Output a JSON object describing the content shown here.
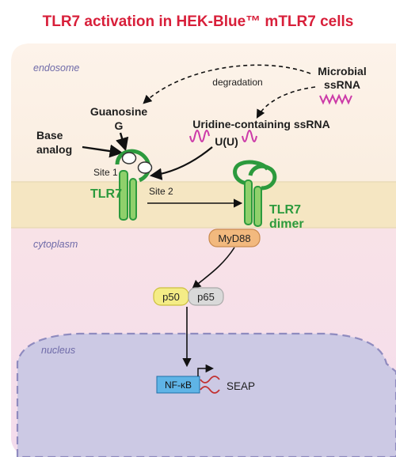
{
  "title": "TLR7 activation in HEK-Blue™ mTLR7 cells",
  "regions": {
    "endosome": "endosome",
    "cytoplasm": "cytoplasm",
    "nucleus": "nucleus"
  },
  "labels": {
    "microbial_line1": "Microbial",
    "microbial_line2": "ssRNA",
    "degradation": "degradation",
    "guanosine": "Guanosine",
    "guanosine_symbol": "G",
    "base_analog_line1": "Base",
    "base_analog_line2": "analog",
    "uridine_ssrna": "Uridine-containing ssRNA",
    "uu": "U(U)",
    "site1": "Site 1",
    "site2": "Site 2",
    "tlr7": "TLR7",
    "tlr7_dimer_line1": "TLR7",
    "tlr7_dimer_line2": "dimer",
    "myd88": "MyD88",
    "p50": "p50",
    "p65": "p65",
    "nfkb": "NF-κB",
    "seap": "SEAP"
  },
  "colors": {
    "title": "#d81f3a",
    "tlr7_green": "#2c9a3d",
    "rna_magenta": "#cc3aa8",
    "myd88_orange": "#f2b97e",
    "p50_yellow": "#f4ec86",
    "p65_gray": "#d9d9d9",
    "nfkb_blue": "#5fb4e6",
    "nucleus_purple": "#ccc9e4",
    "endosome_beige": "#fbefe3",
    "dna_red": "#c23030"
  }
}
